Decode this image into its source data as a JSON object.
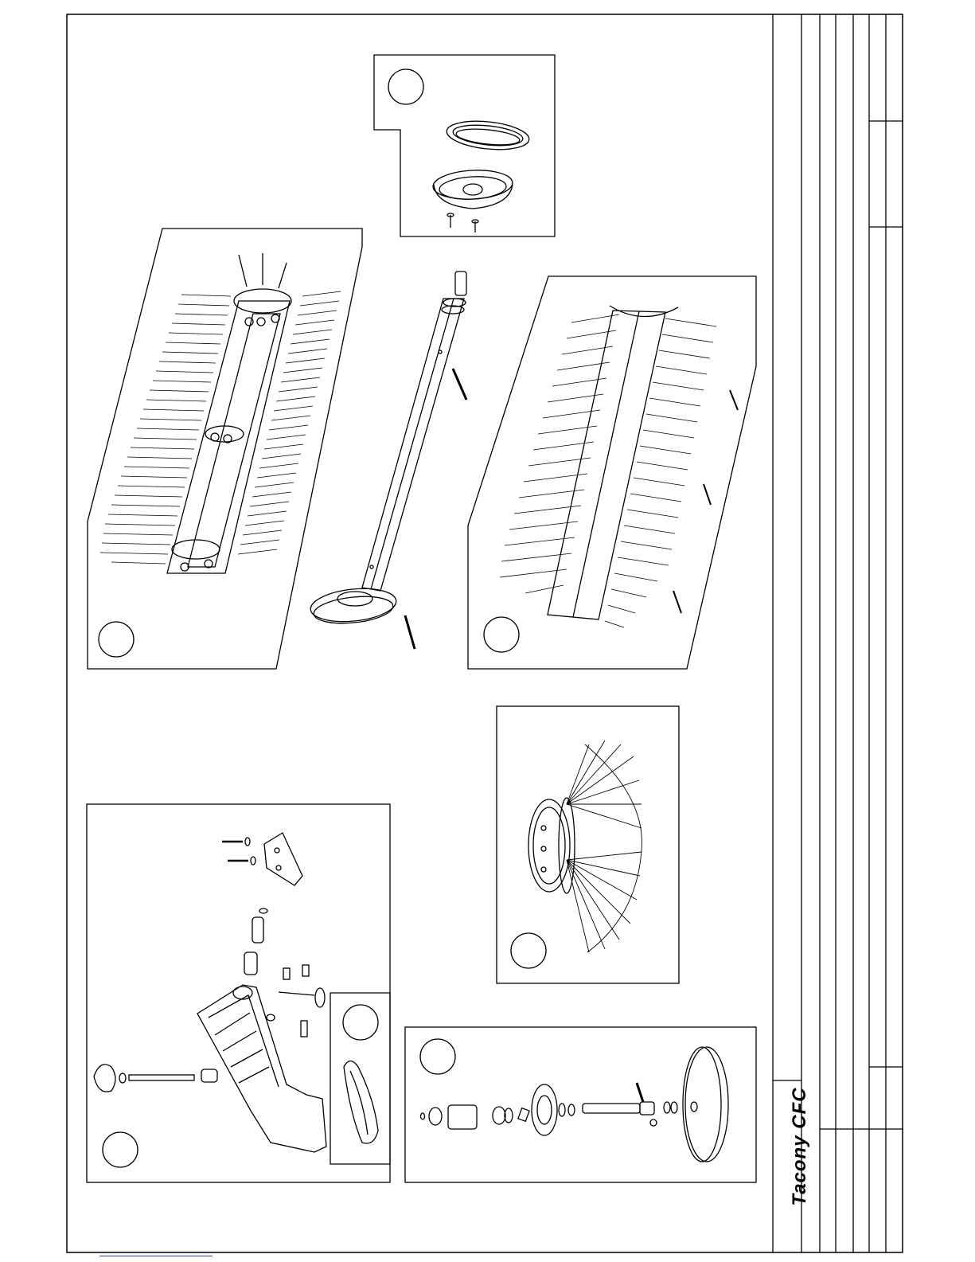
{
  "sheet": {
    "brand": "Tacony CFC",
    "colors": {
      "line": "#000000",
      "paper": "#ffffff",
      "link": "#2a3bd6"
    }
  },
  "panels": [
    {
      "id": "seal",
      "number": ""
    },
    {
      "id": "brush-roll-a",
      "number": ""
    },
    {
      "id": "shaft",
      "number": ""
    },
    {
      "id": "brush-roll-b",
      "number": ""
    },
    {
      "id": "side-brush",
      "number": ""
    },
    {
      "id": "arm-assembly",
      "number": ""
    },
    {
      "id": "belt",
      "number": ""
    },
    {
      "id": "drive-shaft",
      "number": ""
    }
  ]
}
